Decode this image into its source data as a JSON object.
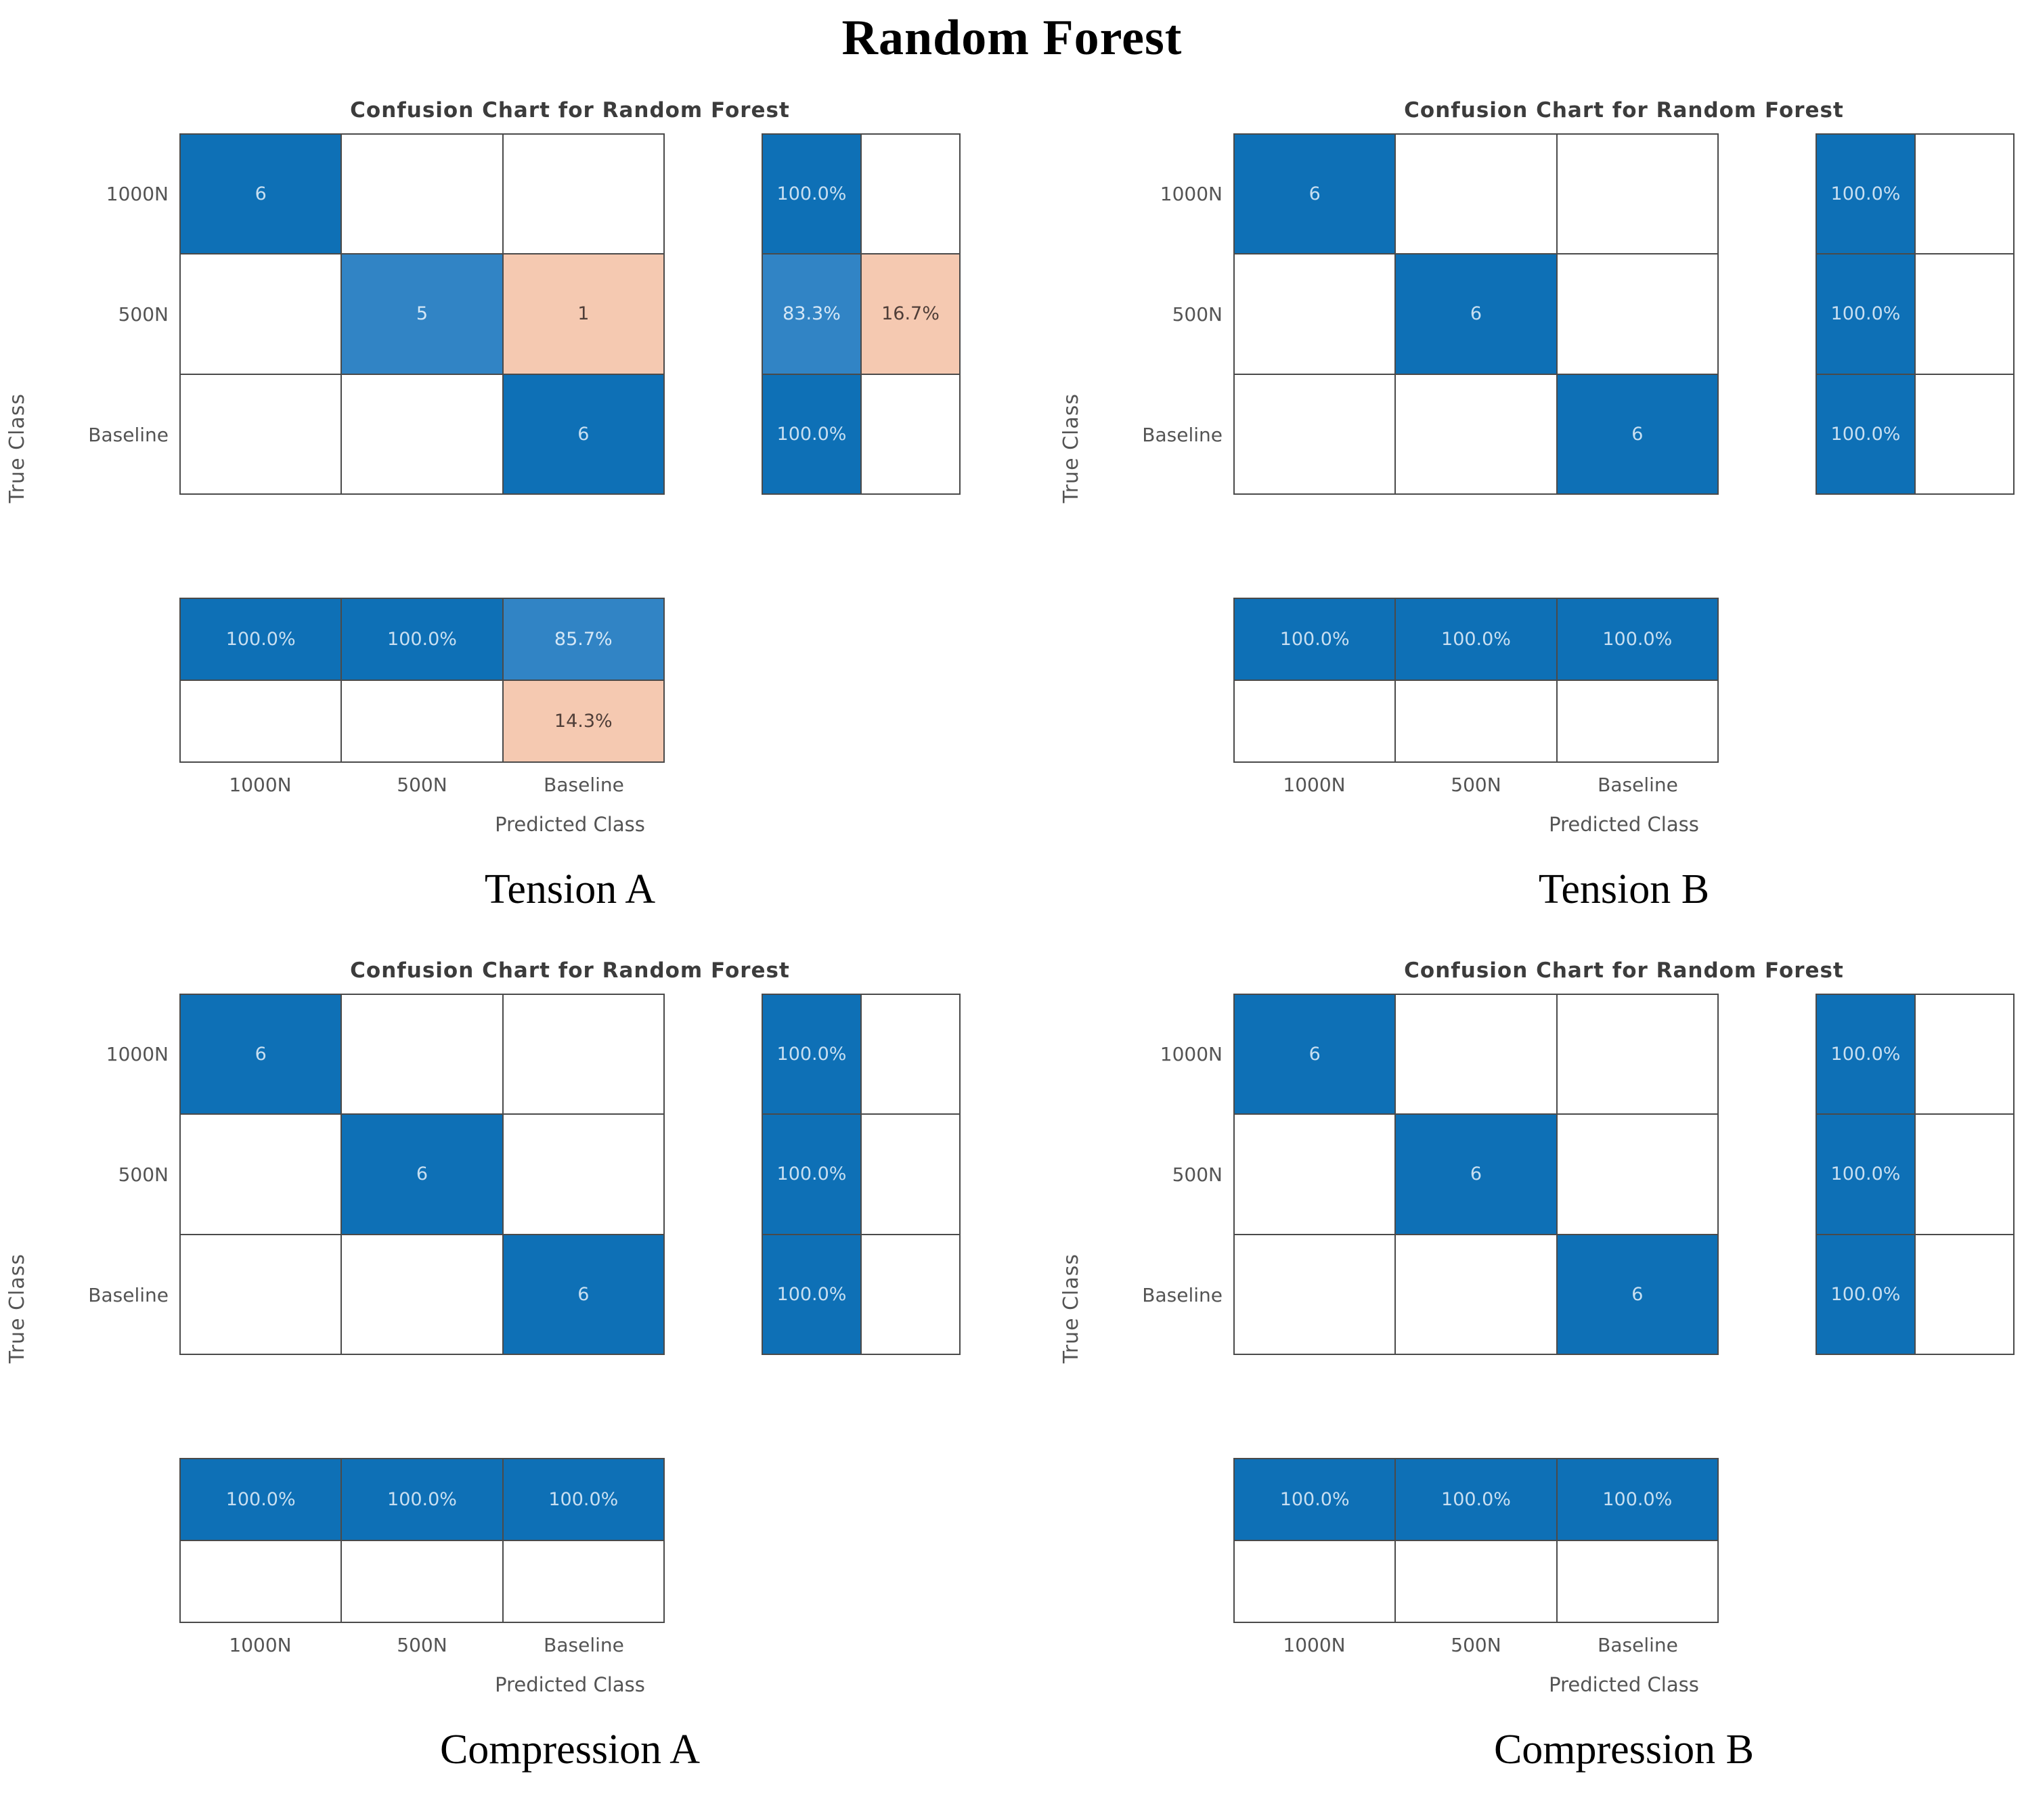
{
  "page_title": "Random Forest",
  "colors": {
    "blue": "#0e70b6",
    "lightblue": "#3184c5",
    "salmon": "#f5c9b1",
    "white": "#ffffff",
    "text_on_blue": "#c8dff1",
    "text_on_lightblue": "#d4e7f6",
    "text_on_salmon": "#4f3e38",
    "grid_line": "#4a4a4a",
    "label_text": "#545454",
    "title_text": "#3c3c3c"
  },
  "chart_data": [
    {
      "type": "heatmap",
      "variant": "confusion-matrix",
      "title": "Confusion Chart for Random Forest",
      "caption": "Tension A",
      "xlabel": "Predicted Class",
      "ylabel": "True Class",
      "classes": [
        "1000N",
        "500N",
        "Baseline"
      ],
      "counts": [
        [
          6,
          0,
          0
        ],
        [
          0,
          5,
          1
        ],
        [
          0,
          0,
          6
        ]
      ],
      "cell_tones": [
        [
          "blue",
          "white",
          "white"
        ],
        [
          "white",
          "lightblue",
          "salmon"
        ],
        [
          "white",
          "white",
          "blue"
        ]
      ],
      "row_summary": [
        [
          "100.0%",
          ""
        ],
        [
          "83.3%",
          "16.7%"
        ],
        [
          "100.0%",
          ""
        ]
      ],
      "row_summary_tones": [
        [
          "blue",
          "white"
        ],
        [
          "lightblue",
          "salmon"
        ],
        [
          "blue",
          "white"
        ]
      ],
      "col_summary": [
        [
          "100.0%",
          "100.0%",
          "85.7%"
        ],
        [
          "",
          "",
          "14.3%"
        ]
      ],
      "col_summary_tones": [
        [
          "blue",
          "blue",
          "lightblue"
        ],
        [
          "white",
          "white",
          "salmon"
        ]
      ]
    },
    {
      "type": "heatmap",
      "variant": "confusion-matrix",
      "title": "Confusion Chart for Random Forest",
      "caption": "Tension B",
      "xlabel": "Predicted Class",
      "ylabel": "True Class",
      "classes": [
        "1000N",
        "500N",
        "Baseline"
      ],
      "counts": [
        [
          6,
          0,
          0
        ],
        [
          0,
          6,
          0
        ],
        [
          0,
          0,
          6
        ]
      ],
      "cell_tones": [
        [
          "blue",
          "white",
          "white"
        ],
        [
          "white",
          "blue",
          "white"
        ],
        [
          "white",
          "white",
          "blue"
        ]
      ],
      "row_summary": [
        [
          "100.0%",
          ""
        ],
        [
          "100.0%",
          ""
        ],
        [
          "100.0%",
          ""
        ]
      ],
      "row_summary_tones": [
        [
          "blue",
          "white"
        ],
        [
          "blue",
          "white"
        ],
        [
          "blue",
          "white"
        ]
      ],
      "col_summary": [
        [
          "100.0%",
          "100.0%",
          "100.0%"
        ],
        [
          "",
          "",
          ""
        ]
      ],
      "col_summary_tones": [
        [
          "blue",
          "blue",
          "blue"
        ],
        [
          "white",
          "white",
          "white"
        ]
      ]
    },
    {
      "type": "heatmap",
      "variant": "confusion-matrix",
      "title": "Confusion Chart for Random Forest",
      "caption": "Compression A",
      "xlabel": "Predicted Class",
      "ylabel": "True Class",
      "classes": [
        "1000N",
        "500N",
        "Baseline"
      ],
      "counts": [
        [
          6,
          0,
          0
        ],
        [
          0,
          6,
          0
        ],
        [
          0,
          0,
          6
        ]
      ],
      "cell_tones": [
        [
          "blue",
          "white",
          "white"
        ],
        [
          "white",
          "blue",
          "white"
        ],
        [
          "white",
          "white",
          "blue"
        ]
      ],
      "row_summary": [
        [
          "100.0%",
          ""
        ],
        [
          "100.0%",
          ""
        ],
        [
          "100.0%",
          ""
        ]
      ],
      "row_summary_tones": [
        [
          "blue",
          "white"
        ],
        [
          "blue",
          "white"
        ],
        [
          "blue",
          "white"
        ]
      ],
      "col_summary": [
        [
          "100.0%",
          "100.0%",
          "100.0%"
        ],
        [
          "",
          "",
          ""
        ]
      ],
      "col_summary_tones": [
        [
          "blue",
          "blue",
          "blue"
        ],
        [
          "white",
          "white",
          "white"
        ]
      ]
    },
    {
      "type": "heatmap",
      "variant": "confusion-matrix",
      "title": "Confusion Chart for Random Forest",
      "caption": "Compression B",
      "xlabel": "Predicted Class",
      "ylabel": "True Class",
      "classes": [
        "1000N",
        "500N",
        "Baseline"
      ],
      "counts": [
        [
          6,
          0,
          0
        ],
        [
          0,
          6,
          0
        ],
        [
          0,
          0,
          6
        ]
      ],
      "cell_tones": [
        [
          "blue",
          "white",
          "white"
        ],
        [
          "white",
          "blue",
          "white"
        ],
        [
          "white",
          "white",
          "blue"
        ]
      ],
      "row_summary": [
        [
          "100.0%",
          ""
        ],
        [
          "100.0%",
          ""
        ],
        [
          "100.0%",
          ""
        ]
      ],
      "row_summary_tones": [
        [
          "blue",
          "white"
        ],
        [
          "blue",
          "white"
        ],
        [
          "blue",
          "white"
        ]
      ],
      "col_summary": [
        [
          "100.0%",
          "100.0%",
          "100.0%"
        ],
        [
          "",
          "",
          ""
        ]
      ],
      "col_summary_tones": [
        [
          "blue",
          "blue",
          "blue"
        ],
        [
          "white",
          "white",
          "white"
        ]
      ]
    }
  ]
}
